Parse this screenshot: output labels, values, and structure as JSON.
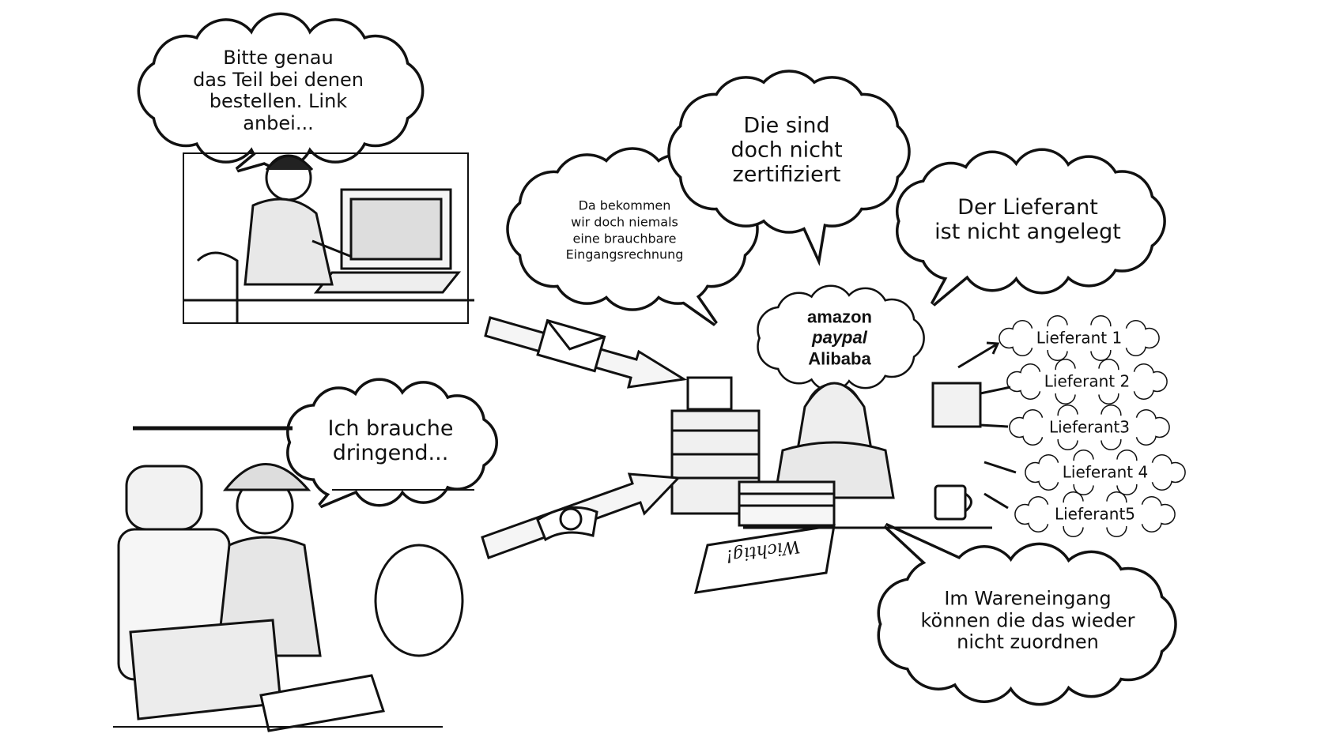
{
  "bubbles": {
    "office": [
      "Bitte genau",
      "das Teil bei denen",
      "bestellen. Link",
      "anbei..."
    ],
    "invoice": [
      "Da bekommen",
      "wir doch niemals",
      "eine brauchbare",
      "Eingangsrechnung"
    ],
    "certified": [
      "Die sind",
      "doch nicht",
      "zertifiziert"
    ],
    "supplier": [
      "Der Lieferant",
      "ist nicht angelegt"
    ],
    "urgent": [
      "Ich brauche",
      "dringend..."
    ],
    "goods_in": [
      "Im Wareneingang",
      "können die das wieder",
      "nicht zuordnen"
    ]
  },
  "thought": {
    "brands": [
      "amazon",
      "paypal",
      "Alibaba"
    ]
  },
  "suppliers": [
    "Lieferant 1",
    "Lieferant 2",
    "Lieferant3",
    "Lieferant 4",
    "Lieferant5"
  ],
  "note": "Wichtig!",
  "icons": [
    "envelope-icon",
    "telephone-icon",
    "arrow-icon",
    "coffee-cup-icon",
    "laptop-icon"
  ]
}
